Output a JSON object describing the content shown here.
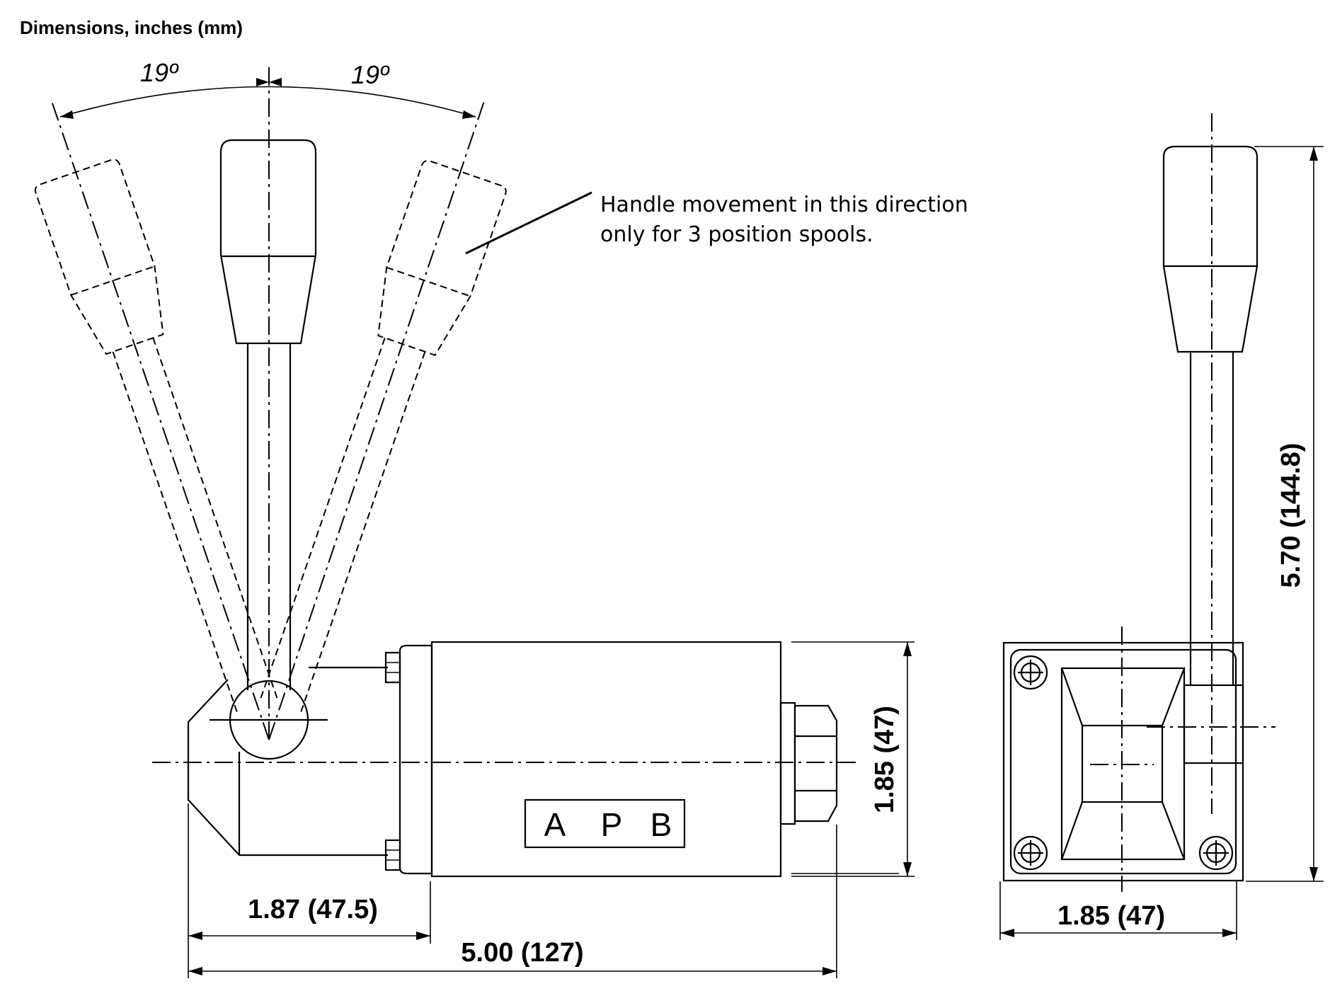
{
  "title": "Dimensions, inches (mm)",
  "angles": {
    "left": "19º",
    "right": "19º"
  },
  "note": {
    "line1": "Handle movement in this direction",
    "line2": "only for 3 position spools."
  },
  "ports": [
    "A",
    "P",
    "B"
  ],
  "dimensions": {
    "body_height": "1.85 (47)",
    "offset": "1.87 (47.5)",
    "overall_length": "5.00 (127)",
    "side_width": "1.85 (47)",
    "overall_height": "5.70 (144.8)"
  }
}
